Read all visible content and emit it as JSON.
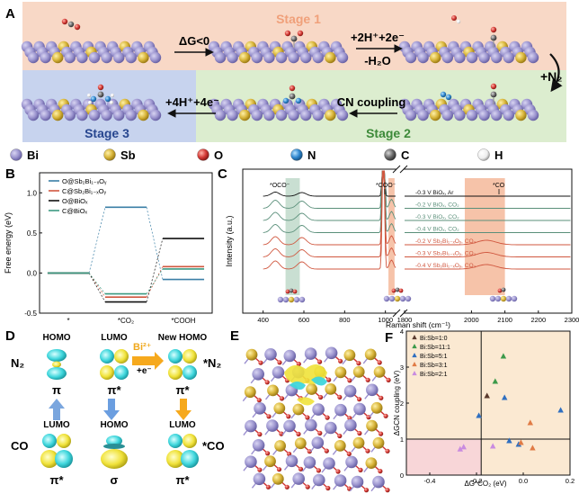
{
  "panels": {
    "a": "A",
    "b": "B",
    "c": "C",
    "d": "D",
    "e": "E",
    "f": "F"
  },
  "panel_a": {
    "stage1": "Stage 1",
    "stage2": "Stage 2",
    "stage3": "Stage 3",
    "step_dg": "ΔG<0",
    "step_h_top": "+2H⁺+2e⁻",
    "step_h_bottom": "-H₂O",
    "step_n2": "+N₂",
    "step_cn": "CN coupling",
    "step_4h": "+4H⁺+4e⁻",
    "colors": {
      "stage1_bg": "#f8d8c6",
      "stage2_bg": "#dcedcf",
      "stage3_bg": "#c7d3ee"
    }
  },
  "legend_atoms": [
    {
      "label": "Bi",
      "color": "#9c95cf"
    },
    {
      "label": "Sb",
      "color": "#d8b53a"
    },
    {
      "label": "O",
      "color": "#d43a36"
    },
    {
      "label": "N",
      "color": "#2f87cf"
    },
    {
      "label": "C",
      "color": "#6a6a6a"
    },
    {
      "label": "H",
      "color": "#eeeeee"
    }
  ],
  "chart_b": {
    "type": "line",
    "ylabel": "Free energy (eV)",
    "ylim": [
      -0.5,
      1.25
    ],
    "yticks": [
      -0.5,
      0.0,
      0.5,
      1.0
    ],
    "categories": [
      "*",
      "*CO₂",
      "*COOH"
    ],
    "series": [
      {
        "name": "O@Sb₂Bi₁₋ₓOᵧ",
        "color": "#3a7fa6",
        "values": [
          0.0,
          0.82,
          -0.08
        ]
      },
      {
        "name": "C@Sb₂Bi₁₋ₓOᵧ",
        "color": "#d0573f",
        "values": [
          0.0,
          -0.3,
          0.08
        ]
      },
      {
        "name": "O@BiOₓ",
        "color": "#111111",
        "values": [
          0.0,
          -0.36,
          0.43
        ]
      },
      {
        "name": "C@BiOₓ",
        "color": "#3c9a82",
        "values": [
          0.0,
          -0.26,
          0.05
        ]
      }
    ]
  },
  "chart_c": {
    "type": "line",
    "xlabel": "Raman shift (cm⁻¹)",
    "ylabel": "Intensity (a.u.)",
    "xticks": [
      400,
      600,
      800,
      1000,
      1800,
      2000,
      2100,
      2200,
      2300
    ],
    "peak_labels": {
      "ocoo": "*OCO⁻",
      "cooh": "*COO⁻",
      "co": "*CO"
    },
    "series": [
      {
        "name": "-0.3 V BiOₓ, Ar",
        "color": "#111111"
      },
      {
        "name": "-0.2 V BiOₓ, CO₂",
        "color": "#5a8f7a"
      },
      {
        "name": "-0.3 V BiOₓ, CO₂",
        "color": "#5a8f7a"
      },
      {
        "name": "-0.4 V BiOₓ, CO₂",
        "color": "#5a8f7a"
      },
      {
        "name": "-0.2 V Sb₂Bi₁₋ₓOᵧ, CO₂",
        "color": "#d0573f"
      },
      {
        "name": "-0.3 V Sb₂Bi₁₋ₓOᵧ, CO₂",
        "color": "#d0573f"
      },
      {
        "name": "-0.4 V Sb₂Bi₁₋ₓOᵧ, CO₂",
        "color": "#d0573f"
      }
    ]
  },
  "panel_d": {
    "row_top": "N₂",
    "row_bottom": "CO",
    "right_top": "*N₂",
    "right_bottom": "*CO",
    "homo": "HOMO",
    "lumo": "LUMO",
    "new_homo": "New HOMO",
    "bi_label": "Bi²⁺",
    "e_label": "+e⁻",
    "pi": "π",
    "pi_star": "π*",
    "sigma": "σ"
  },
  "chart_f": {
    "type": "scatter",
    "xlabel": "ΔG*CO₂ (eV)",
    "ylabel": "ΔGCN coupling (eV)",
    "xlim": [
      -0.5,
      0.2
    ],
    "ylim": [
      0,
      4
    ],
    "xticks": [
      -0.4,
      -0.2,
      0.0,
      0.2
    ],
    "yticks": [
      0,
      1,
      2,
      3,
      4
    ],
    "threshold_x": -0.18,
    "threshold_y": 1.0,
    "series": [
      {
        "name": "Bi:Sb=1:0",
        "color": "#5a3a2e",
        "points": [
          [
            -0.155,
            2.2
          ]
        ]
      },
      {
        "name": "Bi:Sb=11:1",
        "color": "#3c9a4a",
        "points": [
          [
            -0.085,
            3.3
          ],
          [
            -0.12,
            2.6
          ]
        ]
      },
      {
        "name": "Bi:Sb=5:1",
        "color": "#2f6fc0",
        "points": [
          [
            -0.19,
            1.65
          ],
          [
            -0.08,
            2.15
          ],
          [
            0.16,
            1.8
          ],
          [
            -0.06,
            0.95
          ],
          [
            -0.02,
            0.85
          ]
        ]
      },
      {
        "name": "Bi:Sb=3:1",
        "color": "#e07b45",
        "points": [
          [
            0.03,
            1.45
          ],
          [
            0.04,
            0.75
          ],
          [
            -0.01,
            0.9
          ]
        ]
      },
      {
        "name": "Bi:Sb=2:1",
        "color": "#c98be0",
        "points": [
          [
            -0.27,
            0.72
          ],
          [
            -0.255,
            0.78
          ],
          [
            -0.13,
            0.8
          ]
        ]
      }
    ]
  }
}
